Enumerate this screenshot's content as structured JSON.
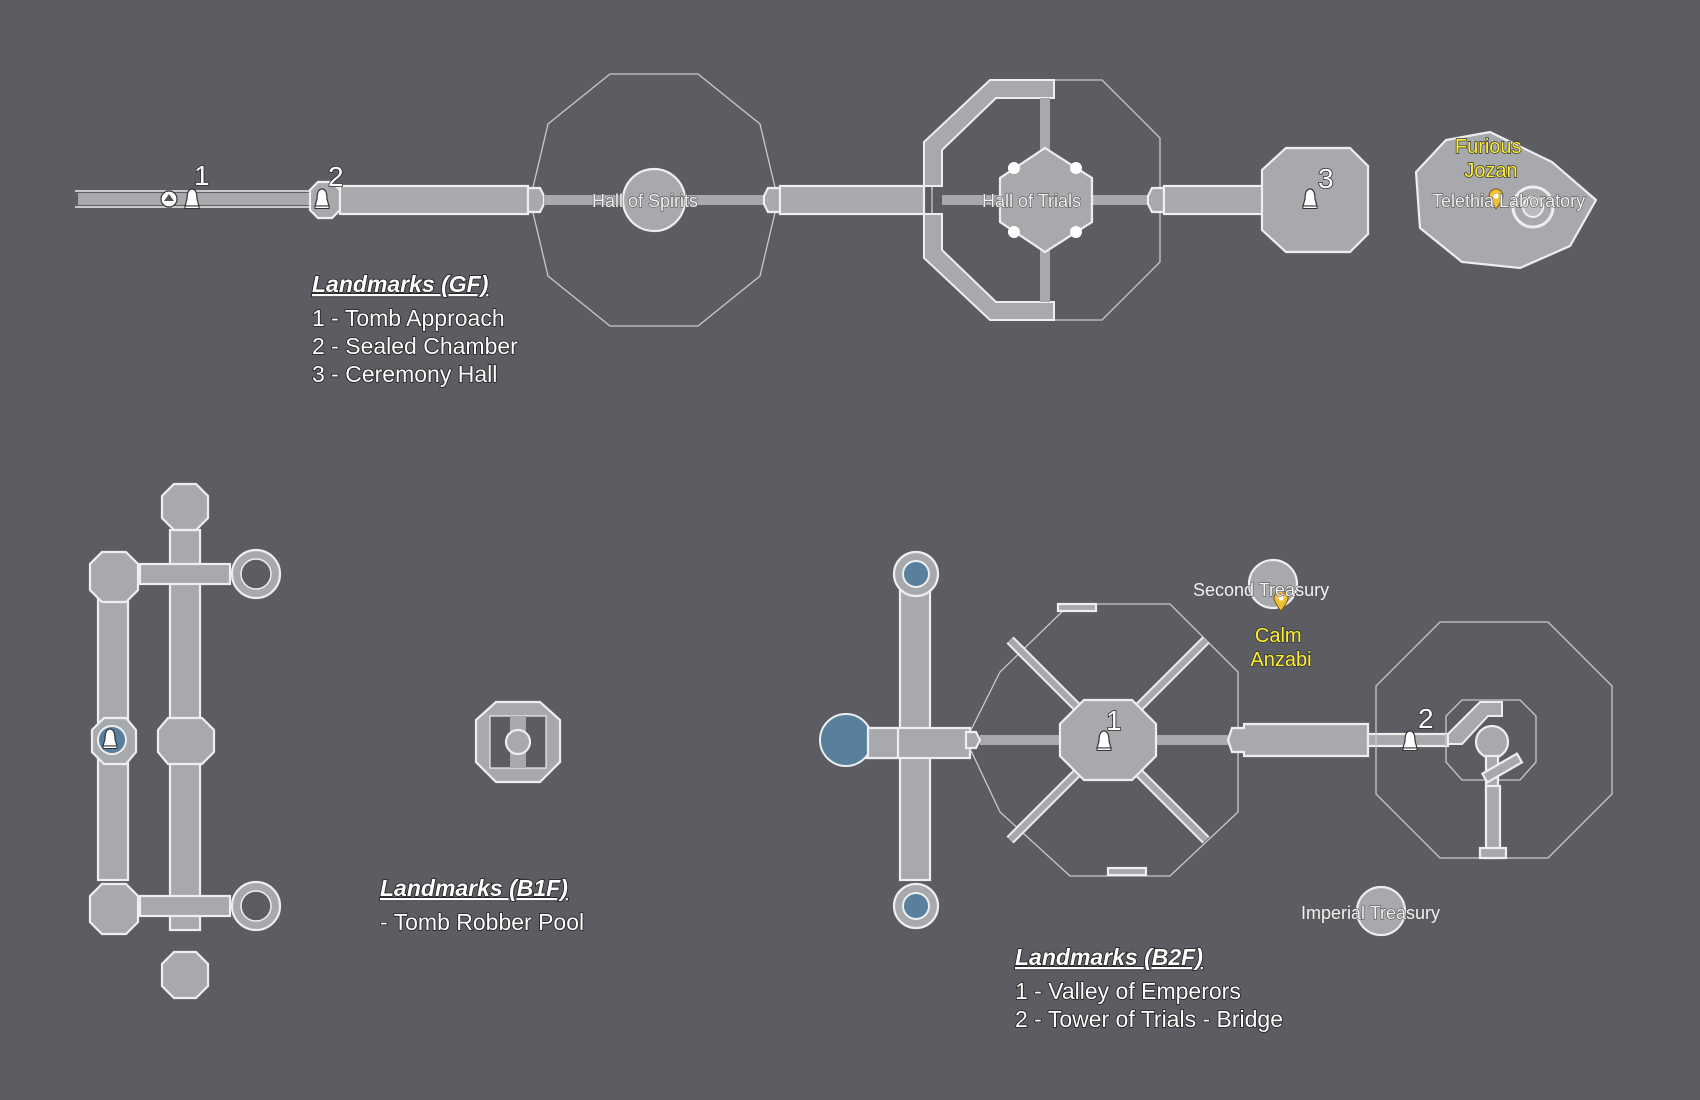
{
  "ground_floor": {
    "markers": [
      "1",
      "2",
      "3"
    ],
    "areas": {
      "spirits": "Hall of Spirits",
      "trials": "Hall of Trials",
      "lab": "Telethia Laboratory"
    },
    "npc": "Furious Jozan",
    "legend": {
      "title": "Landmarks (GF)",
      "items": [
        "1 - Tomb Approach",
        "2 - Sealed Chamber",
        "3 - Ceremony Hall"
      ]
    }
  },
  "b1f": {
    "legend": {
      "title": "Landmarks (B1F)",
      "items": [
        "- Tomb Robber Pool"
      ]
    }
  },
  "b2f": {
    "markers": [
      "1",
      "2"
    ],
    "areas": {
      "second": "Second Treasury",
      "imperial": "Imperial Treasury"
    },
    "npc": "Calm Anzabi",
    "legend": {
      "title": "Landmarks (B2F)",
      "items": [
        "1 - Valley of Emperors",
        "2 - Tower of Trials - Bridge"
      ]
    }
  },
  "colors": {
    "background": "#5b5d62",
    "floor": "#a8a9ac",
    "outline": "#eeeeee",
    "water": "#58809d",
    "npc": "#ffee33",
    "pin": "#f2bf3a"
  },
  "icons": [
    "landmark-marker-icon",
    "pin-icon",
    "entrance-icon"
  ]
}
